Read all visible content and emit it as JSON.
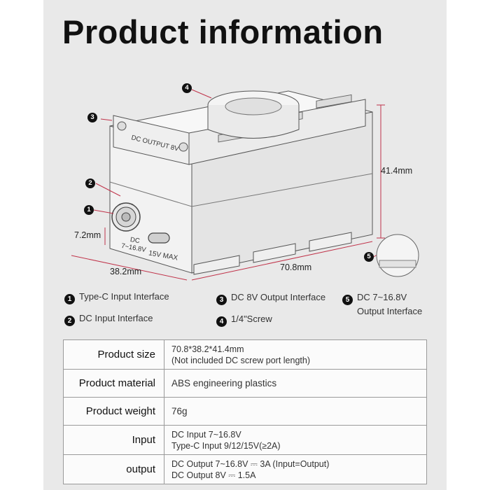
{
  "title": "Product information",
  "dimensions": {
    "height": "41.4mm",
    "length": "70.8mm",
    "width": "38.2mm",
    "port": "7.2mm"
  },
  "product_labels": {
    "dc_output_label": "DC OUTPUT 8V",
    "dc_range": [
      "DC",
      "7~16.8V"
    ],
    "max": "15V MAX"
  },
  "badges": [
    "1",
    "2",
    "3",
    "4",
    "5"
  ],
  "legend": [
    {
      "num": "1",
      "lines": [
        "Type-C Input Interface"
      ]
    },
    {
      "num": "2",
      "lines": [
        "DC Input Interface"
      ]
    },
    {
      "num": "3",
      "lines": [
        "DC 8V Output Interface"
      ]
    },
    {
      "num": "4",
      "lines": [
        "1/4\"Screw"
      ]
    },
    {
      "num": "5",
      "lines": [
        "DC 7~16.8V",
        "Output Interface"
      ]
    }
  ],
  "specs": [
    {
      "key": "Product size",
      "lines": [
        "70.8*38.2*41.4mm",
        "(Not included DC screw port length)"
      ]
    },
    {
      "key": "Product material",
      "lines": [
        "ABS engineering plastics"
      ]
    },
    {
      "key": "Product weight",
      "lines": [
        "76g"
      ]
    },
    {
      "key": "Input",
      "lines": [
        "DC Input 7~16.8V",
        "Type-C Input 9/12/15V(≥2A)"
      ]
    },
    {
      "key": "output",
      "lines": [
        "DC Output 7~16.8V ⎓ 3A  (Input=Output)",
        "DC Output 8V ⎓ 1.5A"
      ]
    }
  ],
  "colors": {
    "background": "#e9e9e9",
    "dimension_line": "#c0334a",
    "badge": "#111111"
  }
}
